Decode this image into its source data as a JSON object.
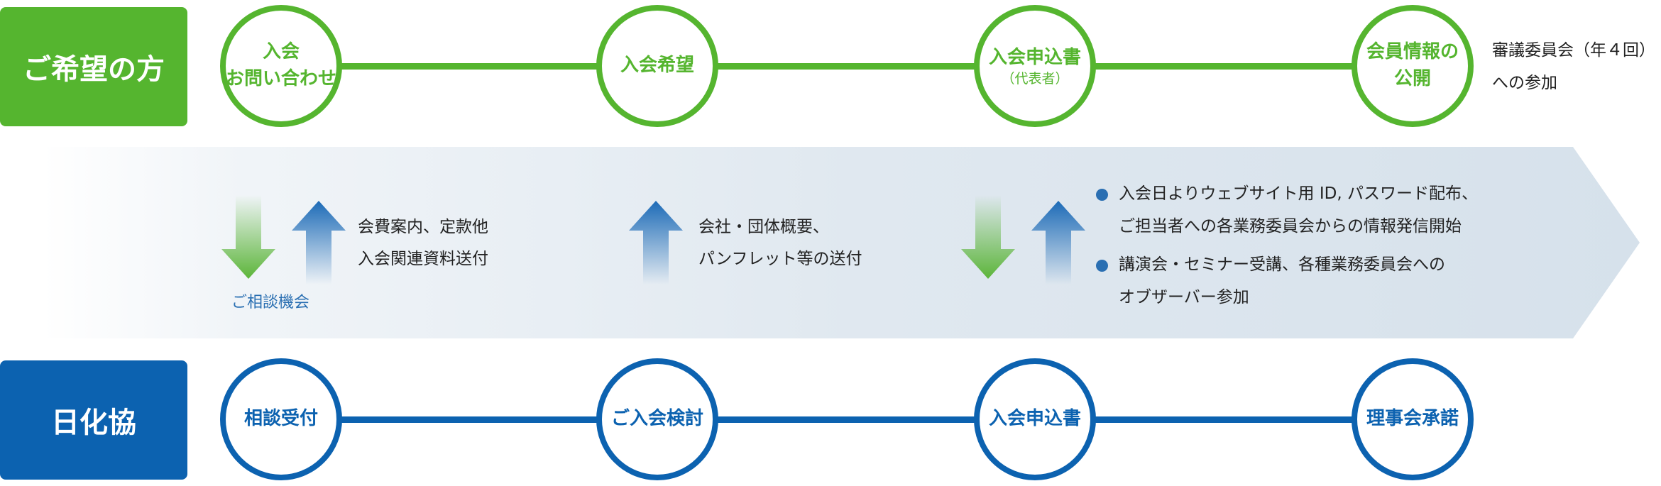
{
  "applicant_label": "ご希望の方",
  "jsfca_label": "日化協",
  "applicant_steps": [
    {
      "lines": [
        "入会",
        "お問い合わせ"
      ],
      "sub": ""
    },
    {
      "lines": [
        "入会希望"
      ],
      "sub": ""
    },
    {
      "lines": [
        "入会申込書"
      ],
      "sub": "（代表者）"
    },
    {
      "lines": [
        "会員情報の",
        "公開"
      ],
      "sub": ""
    }
  ],
  "review_note": [
    "審議委員会（年４回）",
    "への参加"
  ],
  "jsfca_steps": [
    "相談受付",
    "ご入会検討",
    "入会申込書",
    "理事会承諾"
  ],
  "notes": {
    "documents": [
      "会費案内、定款他",
      "入会関連資料送付"
    ],
    "consult_label": "ご相談機会",
    "company_info": [
      "会社・団体概要、",
      "パンフレット等の送付"
    ],
    "bullets": [
      [
        "入会日よりウェブサイト用 ID, パスワード配布、",
        "ご担当者への各業務委員会からの情報発信開始"
      ],
      [
        "講演会・セミナー受講、各種業務委員会への",
        "オブザーバー参加"
      ]
    ]
  },
  "colors": {
    "green": "#55b52f",
    "blue": "#0c62b0",
    "band": "#d6e1eb",
    "bullet": "#2a6fb2"
  },
  "icons": {
    "down_arrow": "green-down-arrow-icon",
    "up_arrow": "blue-up-arrow-icon",
    "bullet": "bullet-dot-icon"
  }
}
